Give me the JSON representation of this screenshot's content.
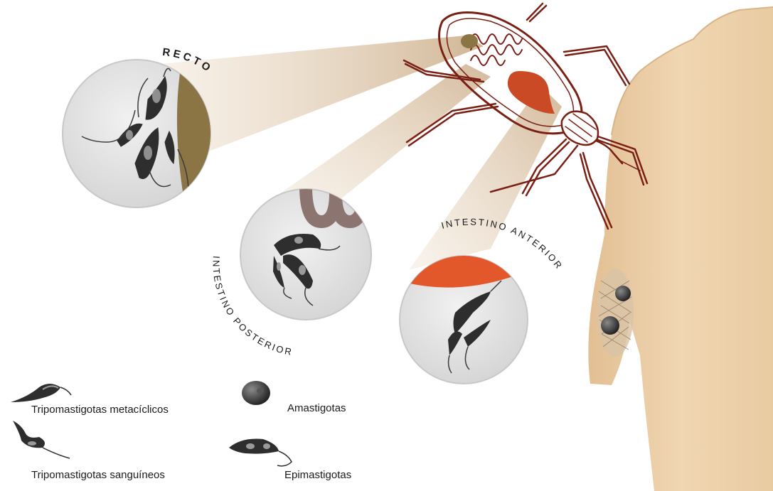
{
  "diagram": {
    "zones": [
      {
        "id": "recto",
        "label": "RECTO"
      },
      {
        "id": "posterior",
        "label": "INTESTINO POSTERIOR"
      },
      {
        "id": "anterior",
        "label": "INTESTINO ANTERIOR"
      }
    ]
  },
  "legend": {
    "items": [
      {
        "icon": "metacyclic-trypomastigote-icon",
        "label": "Tripomastigotas metacíclicos"
      },
      {
        "icon": "blood-trypomastigote-icon",
        "label": "Tripomastigotas sanguíneos"
      },
      {
        "icon": "amastigote-icon",
        "label": "Amastigotas"
      },
      {
        "icon": "epimastigote-icon",
        "label": "Epimastigotas"
      }
    ]
  },
  "colors": {
    "beam": "#d9c3a6",
    "bug_outline": "#7a1f14",
    "gut_organ": "#c94a25",
    "rectum": "#8b7545",
    "anterior_gut": "#e2582a",
    "posterior_gut": "#8c7470",
    "skin": "#e8c9a0",
    "circle_fill": "#e6e6e6",
    "parasite": "#2b2b2b"
  }
}
